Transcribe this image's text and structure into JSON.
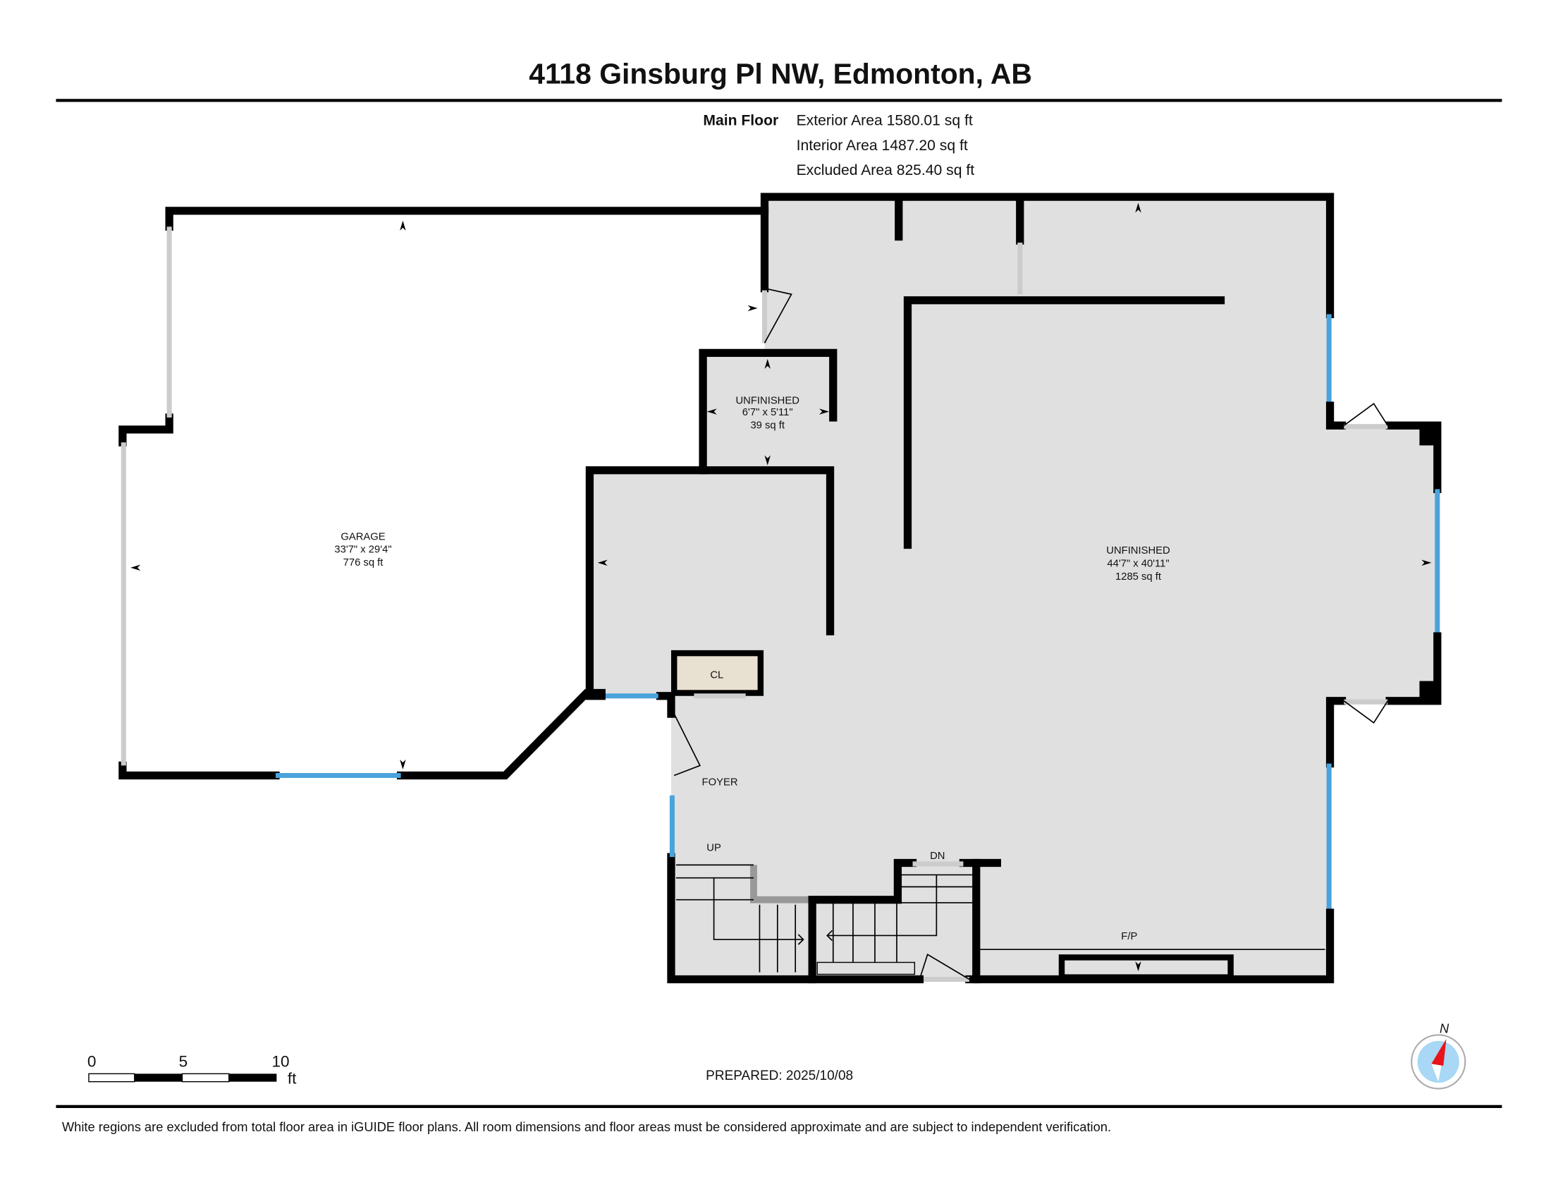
{
  "title": "4118 Ginsburg Pl NW, Edmonton, AB",
  "summary": {
    "floor_label": "Main Floor",
    "exterior": "Exterior Area 1580.01 sq ft",
    "interior": "Interior Area 1487.20 sq ft",
    "excluded": "Excluded Area 825.40 sq ft"
  },
  "rooms": {
    "garage": {
      "name": "GARAGE",
      "dims": "33'7\" x 29'4\"",
      "area": "776 sq ft"
    },
    "unfinished_small": {
      "name": "UNFINISHED",
      "dims": "6'7\" x 5'11\"",
      "area": "39 sq ft"
    },
    "unfinished_main": {
      "name": "UNFINISHED",
      "dims": "44'7\" x 40'11\"",
      "area": "1285 sq ft"
    },
    "closet": "CL",
    "foyer": "FOYER",
    "stairs_up": "UP",
    "stairs_down": "DN",
    "fireplace": "F/P"
  },
  "scale": {
    "t0": "0",
    "t5": "5",
    "t10": "10",
    "unit": "ft"
  },
  "prepared": "PREPARED: 2025/10/08",
  "compass": {
    "label": "N",
    "needle_color": "#e8141b",
    "dial_color": "#a8d8f5"
  },
  "colors": {
    "floor": "#e0e0e0",
    "window": "#4aa3dc",
    "closet": "#e8e0d0"
  },
  "footer": "White regions are excluded from total floor area in iGUIDE floor plans. All room dimensions and floor areas must be considered approximate and are subject to independent verification."
}
